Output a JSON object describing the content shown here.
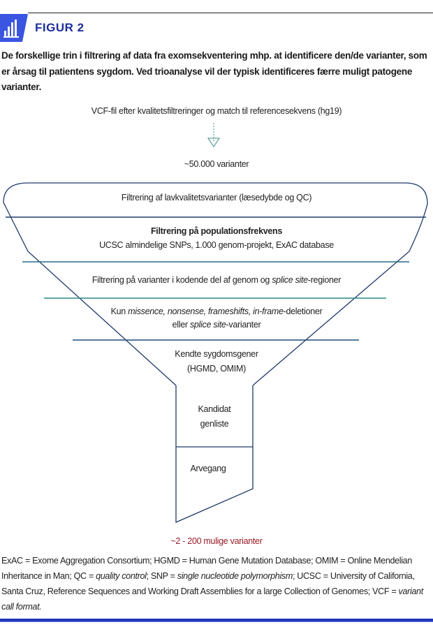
{
  "header": {
    "figure_label": "FIGUR 2",
    "icon": "bar-chart-icon",
    "accent_color": "#1c2f9c"
  },
  "caption": "De forskellige trin i filtrering af data fra exomsekventering mhp. at identificere den/de varianter, som er årsag til patientens sygdom. Ved trioanalyse vil der typisk identificeres færre muligt patogene varianter.",
  "input_label": "VCF-fil efter kvalitetsfiltreringer og match til referencesekvens (hg19)",
  "start_count": "~50.000 varianter",
  "stages": [
    {
      "line1": "Filtrering af lavkvalitetsvarianter (læsedybde og QC)"
    },
    {
      "title": "Filtrering på populationsfrekvens",
      "line2": "UCSC almindelige SNPs, 1.000 genom-projekt, ExAC database"
    },
    {
      "pre": "Filtrering på varianter i kodende del af genom og ",
      "italic": "splice site",
      "post": "-regioner"
    },
    {
      "pre": "Kun ",
      "i1": "missence, nonsense, frameshifts, in-frame",
      "mid": "-deletioner",
      "pre2": "eller ",
      "i2": "splice site",
      "post2": "-varianter"
    },
    {
      "line1": "Kendte sygdomsgener",
      "line2": "(HGMD, OMIM)"
    },
    {
      "line1": "Kandidat",
      "line2": "genliste"
    },
    {
      "line1": "Arvegang"
    }
  ],
  "end_count": "~2 - 200 mulige varianter",
  "footnote": {
    "a": "ExAC = Exome Aggregation Consortium; HGMD = Human Gene Mutation Database; OMIM = Online Mendelian Inheritance in Man; QC = ",
    "b": "quality control",
    "c": "; SNP = ",
    "d": "single nucleotide polymorphism",
    "e": "; UCSC = University of California, Santa Cruz, Reference Sequences and Working Draft Assemblies for a large Collection of Genomes; VCF = ",
    "f": "variant call format.",
    "g": ""
  }
}
